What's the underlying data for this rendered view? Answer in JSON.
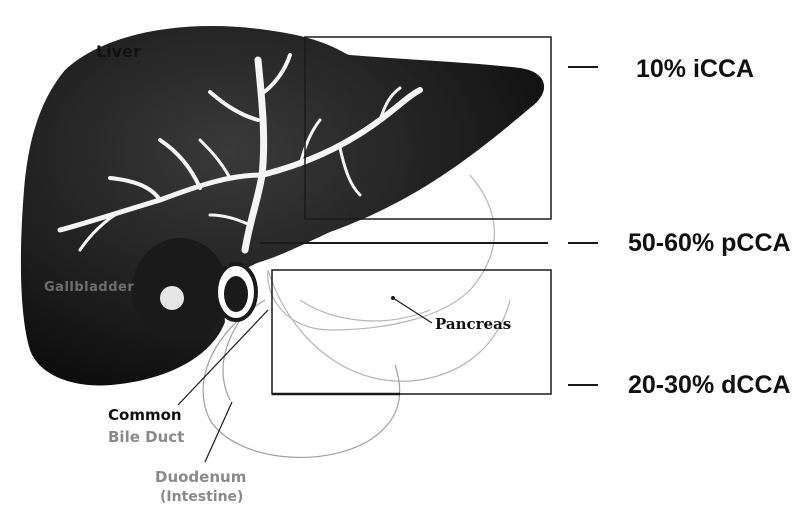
{
  "labels": {
    "liver": "Liver",
    "gallbladder": "Gallbladder",
    "pancreas": "Pancreas",
    "common_bile_duct_line1": "Common",
    "common_bile_duct_line2": "Bile Duct",
    "duodenum_line1": "Duodenum",
    "duodenum_line2": "(Intestine)"
  },
  "regions": [
    {
      "id": "icca",
      "label": "10% iCCA"
    },
    {
      "id": "pcca",
      "label": "50-60% pCCA"
    },
    {
      "id": "dcca",
      "label": "20-30% dCCA"
    }
  ],
  "colors": {
    "organ": "#1a1a1a",
    "duct": "#f2f2f2",
    "faint_line": "#9a9a9a",
    "text_dark": "#111111",
    "text_gray": "#8a8a8a"
  }
}
